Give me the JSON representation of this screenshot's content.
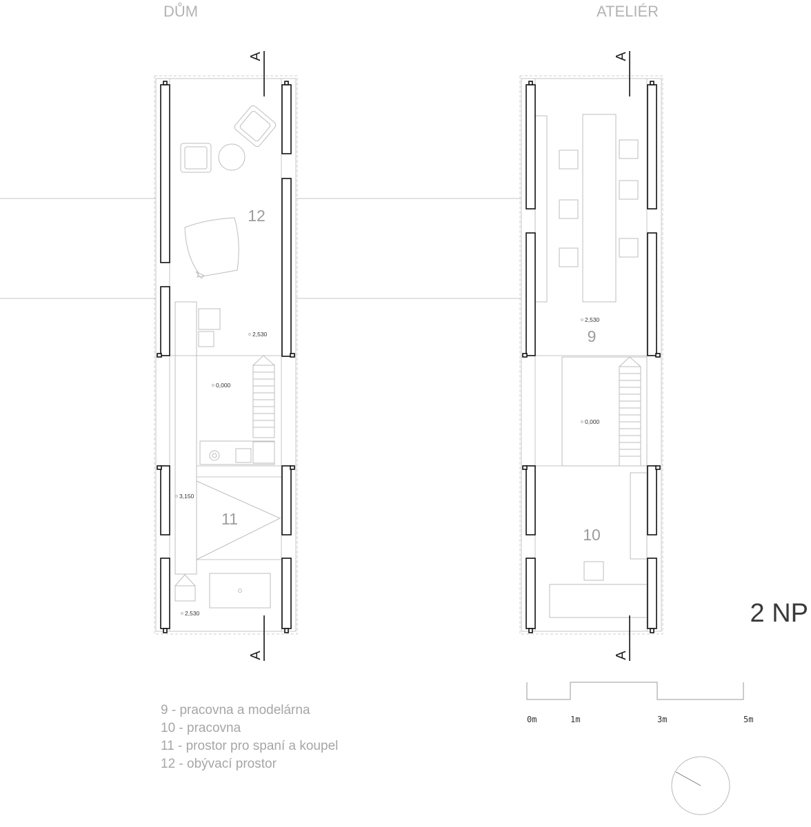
{
  "titles": {
    "house": "DŮM",
    "studio": "ATELIÉR"
  },
  "section_marker": "A",
  "floor_label": "2 NP",
  "rooms": {
    "r9": "9",
    "r10": "10",
    "r11": "11",
    "r12": "12"
  },
  "levels": {
    "house_upper": "2,530",
    "house_ground": "0,000",
    "house_bath": "3,150",
    "house_bottom": "2,530",
    "studio_upper": "2,530",
    "studio_ground": "0,000"
  },
  "legend": [
    "9 - pracovna a modelárna",
    "10 - pracovna",
    "11 - prostor pro spaní a koupel",
    "12 - obývací prostor"
  ],
  "scale": {
    "labels": [
      "0m",
      "1m",
      "3m",
      "5m"
    ]
  }
}
